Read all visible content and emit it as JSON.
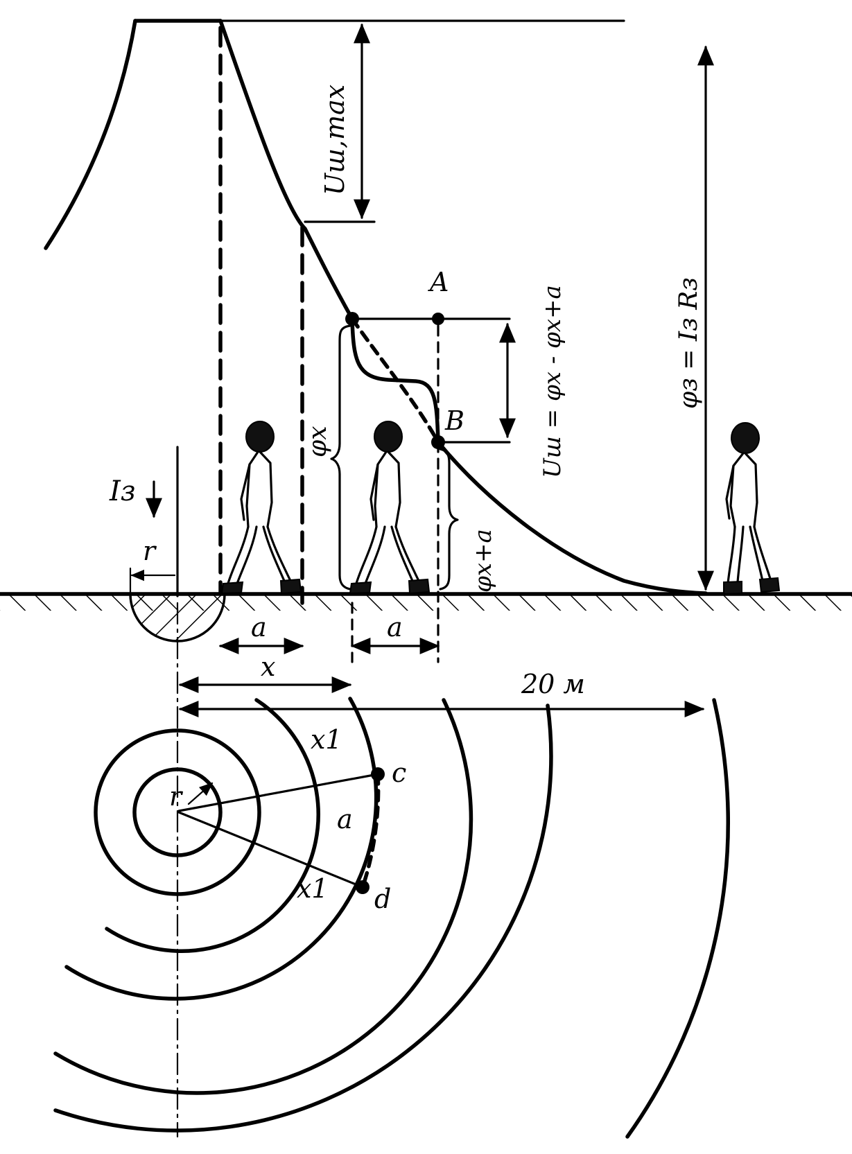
{
  "labels": {
    "u_step_max": "Uш,max",
    "point_a_upper": "A",
    "point_b": "B",
    "u_step_formula": "Uш = φx - φx+a",
    "phi_earth_formula": "φз = Iз Rз",
    "phi_x": "φx",
    "phi_x_plus_a": "φx+a",
    "i_earth": "Iз",
    "r_upper": "r",
    "a_left": "a",
    "a_right": "a",
    "x": "x",
    "distance_20m": "20 м",
    "x1_upper": "x1",
    "x1_lower": "x1",
    "a_arc": "a",
    "r_lower": "r",
    "point_c": "c",
    "point_d": "d"
  },
  "icons": {
    "person": "walking-person-icon",
    "ground": "hatched-ground-icon",
    "electrode": "hemispherical-electrode-icon"
  }
}
